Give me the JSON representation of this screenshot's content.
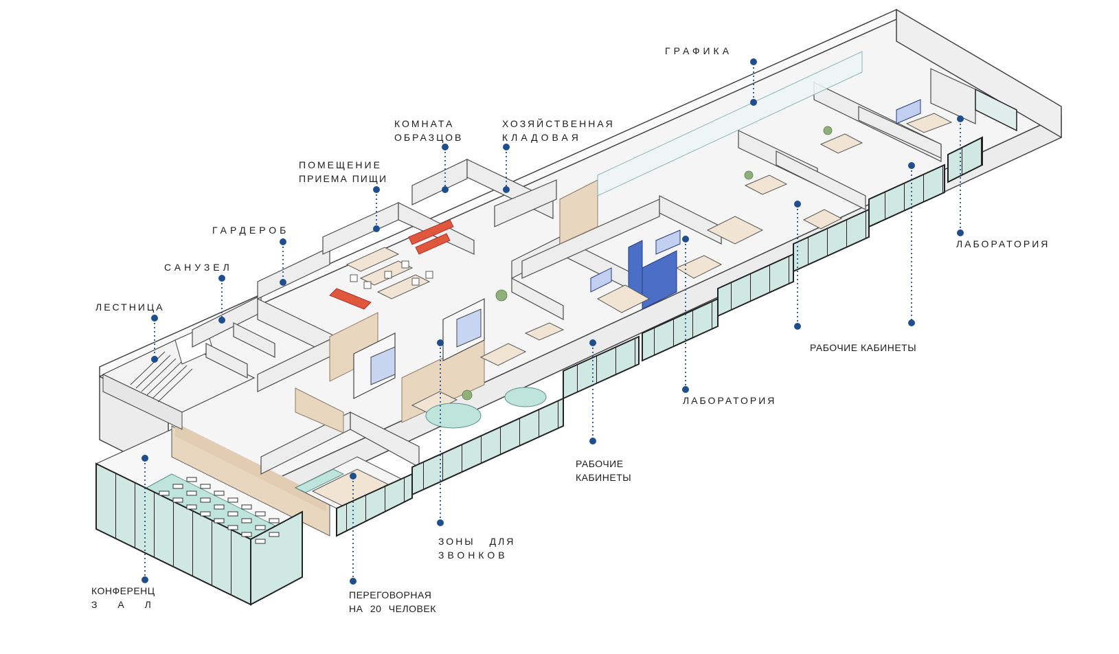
{
  "labels": {
    "grafika": "ГРАФИКА",
    "komnata_1": "КОМНАТА",
    "komnata_2": "ОБРАЗЦОВ",
    "khoz_1": "ХОЗЯЙСТВЕННАЯ",
    "khoz_2": "КЛАДОВАЯ",
    "pomeshchenie_1": "ПОМЕЩЕНИЕ",
    "pomeshchenie_2": "ПРИЕМА ПИЩИ",
    "garderob": "ГАРДЕРОБ",
    "sanuzel": "САНУЗЕЛ",
    "lestnitsa": "ЛЕСТНИЦА",
    "laboratoriya_right": "ЛАБОРАТОРИЯ",
    "rabochie_kabinety_right": "РАБОЧИЕ КАБИНЕТЫ",
    "laboratoriya_center": "ЛАБОРАТОРИЯ",
    "rabochie_1": "РАБОЧИЕ",
    "rabochie_2": "КАБИНЕТЫ",
    "zony_1": "ЗОНЫ ДЛЯ",
    "zony_2": "ЗВОНКОВ",
    "konferents_1": "КОНФЕРЕНЦ",
    "konferents_2": "З А Л",
    "peregovornaya_1": "ПЕРЕГОВОРНАЯ",
    "peregovornaya_2": "НА 20 ЧЕЛОВЕК"
  },
  "colors": {
    "leader": "#1f4e8c",
    "wall_fill": "#ededed",
    "wall_top": "#ffffff",
    "wall_line": "#4a4a4a",
    "floor": "#f6f6f6",
    "wood": "#e9d6bf",
    "glass": "#bfe4dc",
    "blue_furniture": "#4b6fc7",
    "red_sofa": "#e0573c",
    "plant": "#8fb07a"
  }
}
